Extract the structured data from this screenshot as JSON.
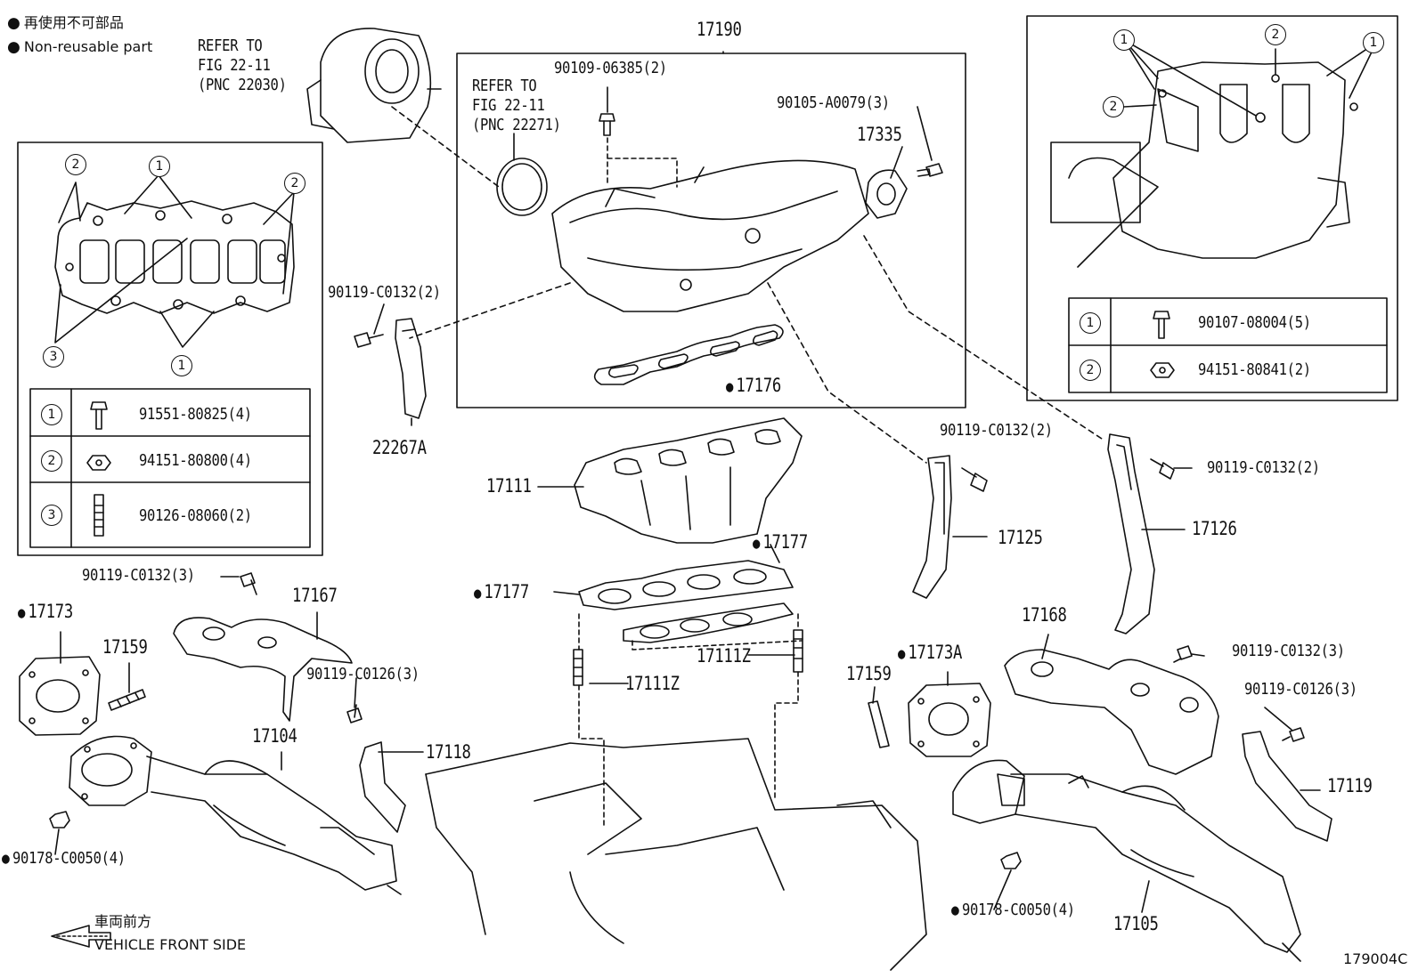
{
  "legend": {
    "jp": "再使用不可部品",
    "en": "Non-reusable part"
  },
  "vehicle_front": {
    "jp": "車両前方",
    "en": "VEHICLE FRONT SIDE"
  },
  "figure_code": "179004C",
  "refers": [
    {
      "line1": "REFER TO",
      "line2": "FIG 22-11",
      "line3": "(PNC 22030)"
    },
    {
      "line1": "REFER TO",
      "line2": "FIG 22-11",
      "line3": "(PNC 22271)"
    }
  ],
  "callouts": {
    "c17190": "17190",
    "c90109": "90109-06385(2)",
    "c90105": "90105-A0079(3)",
    "c17335": "17335",
    "c17176": "17176",
    "c90119a": "90119-C0132(2)",
    "c22267a": "22267A",
    "c17111": "17111",
    "c17177a": "17177",
    "c17177b": "17177",
    "c17111z_a": "17111Z",
    "c17111z_b": "17111Z",
    "c90119b": "90119-C0132(2)",
    "c17125": "17125",
    "c90119c": "90119-C0132(2)",
    "c17126": "17126",
    "c90119d": "90119-C0132(3)",
    "c17173": "17173",
    "c17167": "17167",
    "c17159a": "17159",
    "c90119e": "90119-C0126(3)",
    "c17104": "17104",
    "c17118": "17118",
    "c90178a": "90178-C0050(4)",
    "c17168": "17168",
    "c90119f": "90119-C0132(3)",
    "c17173a": "17173A",
    "c17159b": "17159",
    "c90119g": "90119-C0126(3)",
    "c17119": "17119",
    "c90178b": "90178-C0050(4)",
    "c17105": "17105"
  },
  "left_inset": {
    "markers": [
      "2",
      "1",
      "2",
      "3",
      "1"
    ],
    "table": [
      {
        "key": "1",
        "part": "91551-80825(4)",
        "icon": "bolt-icon"
      },
      {
        "key": "2",
        "part": "94151-80800(4)",
        "icon": "nut-icon"
      },
      {
        "key": "3",
        "part": "90126-08060(2)",
        "icon": "stud-icon"
      }
    ]
  },
  "right_inset": {
    "markers": [
      "1",
      "2",
      "1",
      "2"
    ],
    "table": [
      {
        "key": "1",
        "part": "90107-08004(5)",
        "icon": "bolt-icon"
      },
      {
        "key": "2",
        "part": "94151-80841(2)",
        "icon": "nut-icon"
      }
    ]
  }
}
